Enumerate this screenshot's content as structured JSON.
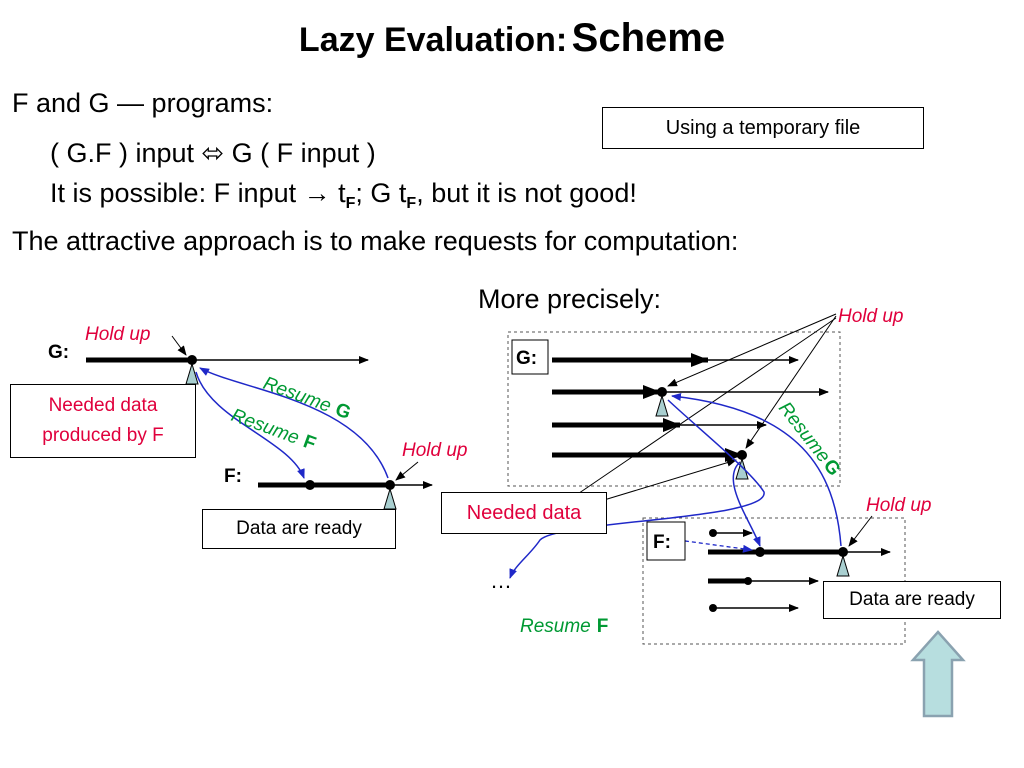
{
  "title": {
    "part1": "Lazy Evaluation:",
    "part2": "Scheme"
  },
  "lines": {
    "l1": "F and G — programs:",
    "l2": "( G.F ) input ⬄ G ( F input )",
    "l3_a": "It is possible: F input → t",
    "l3_sub1": "F",
    "l3_b": "; G t",
    "l3_sub2": "F",
    "l3_c": ",  but it is not good!",
    "l4": "The attractive approach is to make requests for computation:",
    "more_precisely": "More precisely:"
  },
  "temp_file_box": "Using a temporary file",
  "left_diagram": {
    "g_label": "G:",
    "f_label": "F:",
    "hold_up_top": "Hold up",
    "hold_up_f": "Hold up",
    "needed_data_line1": "Needed data",
    "needed_data_line2": "produced by F",
    "resume_g_word": "Resume",
    "resume_g_letter": "G",
    "resume_f_word": "Resume",
    "resume_f_letter": "F",
    "data_ready": "Data are ready"
  },
  "right_diagram": {
    "g_label": "G:",
    "f_label": "F:",
    "hold_up_top": "Hold up",
    "hold_up_f": "Hold up",
    "needed_data": "Needed data",
    "resume_g_word": "Resume",
    "resume_g_letter": "G",
    "resume_f_word": "Resume",
    "resume_f_letter": "F",
    "data_ready": "Data are ready",
    "ellipsis": "…"
  },
  "colors": {
    "red": "#e0003c",
    "green": "#009933",
    "blue": "#1f28c8",
    "marker": "#a9cfd0",
    "up_arrow_fill": "#b7dedf",
    "up_arrow_stroke": "#8aa2b0"
  }
}
